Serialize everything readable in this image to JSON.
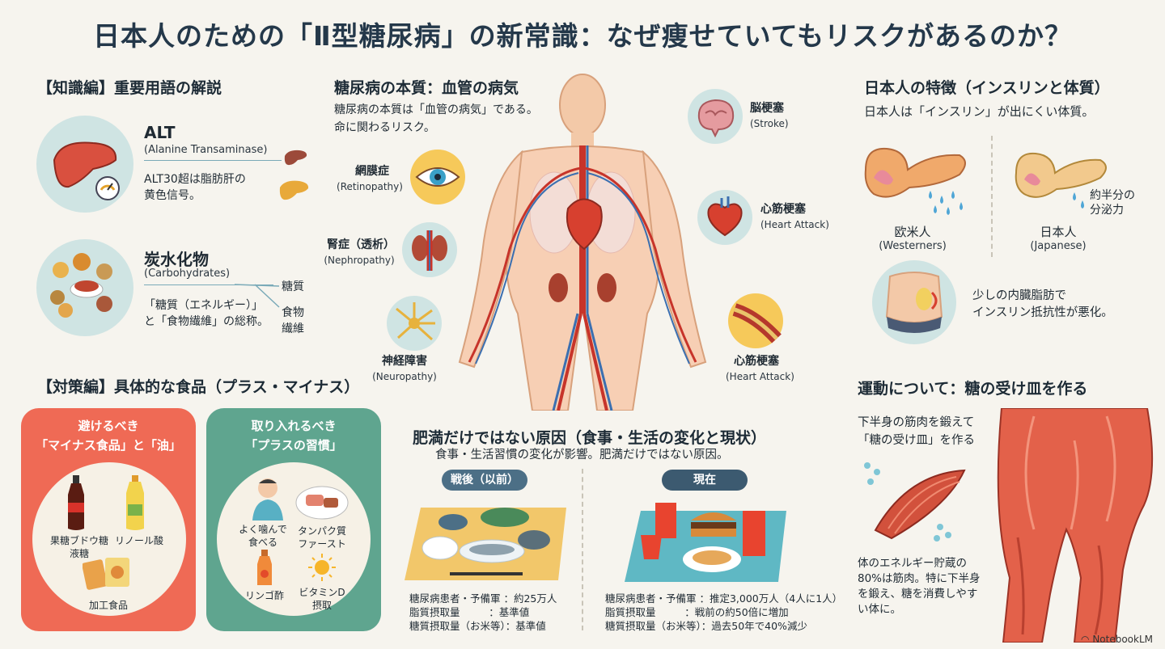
{
  "title": "日本人のための「Ⅱ型糖尿病」の新常識：なぜ痩せていてもリスクがあるのか？",
  "knowledge": {
    "heading": "【知識編】重要用語の解説",
    "alt": {
      "term": "ALT",
      "en": "(Alanine Transaminase)",
      "desc_line1": "ALT30超は脂肪肝の",
      "desc_line2": "黄色信号。"
    },
    "carb": {
      "term": "炭水化物",
      "en": "(Carbohydrates)",
      "branch1": "糖質",
      "branch2_line1": "食物",
      "branch2_line2": "繊維",
      "desc_line1": "「糖質（エネルギー）」",
      "desc_line2": "と「食物繊維」の総称。"
    }
  },
  "vascular": {
    "heading": "糖尿病の本質：血管の病気",
    "desc_line1": "糖尿病の本質は「血管の病気」である。",
    "desc_line2": "命に関わるリスク。",
    "retinopathy": {
      "jp": "網膜症",
      "en": "(Retinopathy)"
    },
    "nephropathy": {
      "jp": "腎症（透析）",
      "en": "(Nephropathy)"
    },
    "neuropathy": {
      "jp": "神経障害",
      "en": "(Neuropathy)"
    },
    "stroke": {
      "jp": "脳梗塞",
      "en": "(Stroke)"
    },
    "heart1": {
      "jp": "心筋梗塞",
      "en": "(Heart Attack)"
    },
    "heart2": {
      "jp": "心筋梗塞",
      "en": "(Heart Attack)"
    }
  },
  "japanese": {
    "heading": "日本人の特徴（インスリンと体質）",
    "sub": "日本人は「インスリン」が出にくい体質。",
    "western": {
      "jp": "欧米人",
      "en": "(Westerners)"
    },
    "japan": {
      "jp": "日本人",
      "en": "(Japanese)"
    },
    "half_line1": "約半分の",
    "half_line2": "分泌力",
    "fat_line1": "少しの内臓脂肪で",
    "fat_line2": "インスリン抵抗性が悪化。"
  },
  "measures": {
    "heading": "【対策編】具体的な食品（プラス・マイナス）",
    "minus": {
      "title_line1": "避けるべき",
      "title_line2": "「マイナス食品」と「油」",
      "item1_line1": "果糖ブドウ糖",
      "item1_line2": "液糖",
      "item2": "リノール酸",
      "item3": "加工食品"
    },
    "plus": {
      "title_line1": "取り入れるべき",
      "title_line2": "「プラスの習慣」",
      "item1_line1": "よく噛んで",
      "item1_line2": "食べる",
      "item2_line1": "タンパク質",
      "item2_line2": "ファースト",
      "item3": "リンゴ酢",
      "item4_line1": "ビタミンD",
      "item4_line2": "摂取"
    }
  },
  "causes": {
    "heading": "肥満だけではない原因（食事・生活の変化と現状）",
    "sub": "食事・生活習慣の変化が影響。肥満だけではない原因。",
    "before": {
      "label": "戦後（以前）",
      "stat1": "糖尿病患者・予備軍 ：約25万人",
      "stat2": "脂質摂取量         ：基準値",
      "stat3": "糖質摂取量（お米等）：基準値"
    },
    "now": {
      "label": "現在",
      "stat1": "糖尿病患者・予備軍 ：推定3,000万人（4人に1人）",
      "stat2": "脂質摂取量         ：戦前の約50倍に増加",
      "stat3": "糖質摂取量（お米等）：過去50年で40%減少"
    }
  },
  "exercise": {
    "heading": "運動について：糖の受け皿を作る",
    "sub_line1": "下半身の筋肉を鍛えて",
    "sub_line2": "「糖の受け皿」を作る",
    "desc_line1": "体のエネルギー貯蔵の",
    "desc_line2": "80%は筋肉。特に下半身",
    "desc_line3": "を鍛え、糖を消費しやす",
    "desc_line4": "い体に。"
  },
  "brand": "NotebookLM",
  "colors": {
    "minus_card": "#ef6a55",
    "plus_card": "#5fa58f",
    "circle_bg": "#cfe4e3",
    "heading": "#24384a"
  }
}
